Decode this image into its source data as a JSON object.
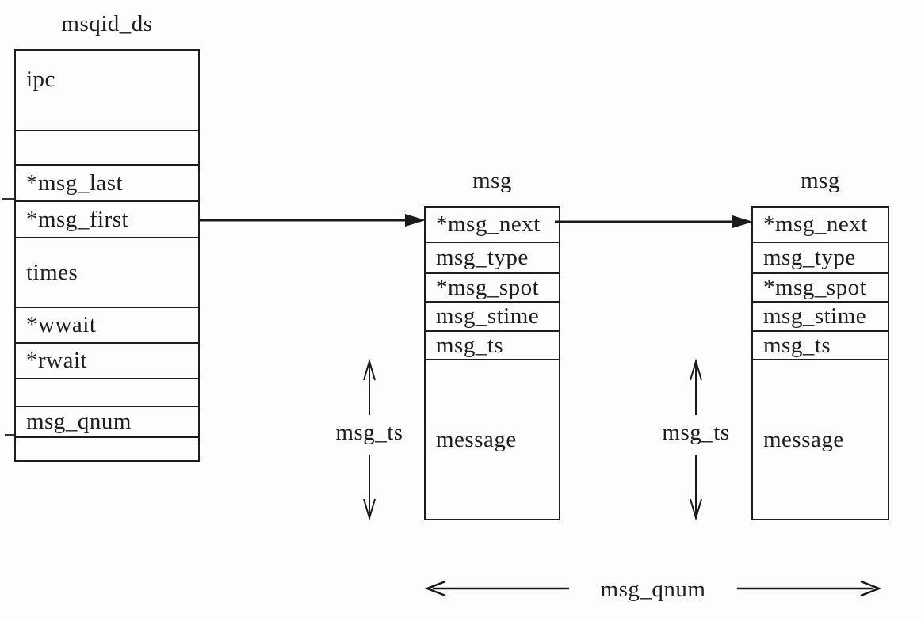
{
  "colors": {
    "ink": "#1e1e1e",
    "background": "#fdfdfd"
  },
  "msqid_ds": {
    "title": "msqid_ds",
    "fields": [
      "ipc",
      "",
      "*msg_last",
      "*msg_first",
      "times",
      "*wwait",
      "*rwait",
      "",
      "msg_qnum",
      ""
    ]
  },
  "msg_node_a": {
    "title": "msg",
    "fields": [
      "*msg_next",
      "msg_type",
      "*msg_spot",
      "msg_stime",
      "msg_ts",
      "message"
    ]
  },
  "msg_node_b": {
    "title": "msg",
    "fields": [
      "*msg_next",
      "msg_type",
      "*msg_spot",
      "msg_stime",
      "msg_ts",
      "message"
    ]
  },
  "annotations": {
    "msg_ts_left": "msg_ts",
    "msg_ts_right": "msg_ts",
    "msg_qnum_span": "msg_qnum"
  }
}
